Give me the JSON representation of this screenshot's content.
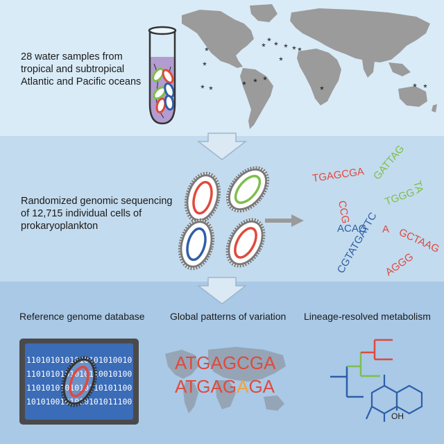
{
  "panel1": {
    "description_lines": [
      "28 water samples from",
      "tropical and subtropical",
      "Atlantic and Pacific oceans"
    ],
    "marker_glyph": "*"
  },
  "panel2": {
    "description_lines": [
      "Randomized genomic sequencing",
      "of 12,715 individual cells of",
      "prokaryoplankton"
    ],
    "dna_fragments": [
      {
        "text": "TGAGCGA",
        "color": "#e0493d"
      },
      {
        "text": "CCG",
        "color": "#e0493d"
      },
      {
        "text": "GATTAG",
        "color": "#7cbf4a"
      },
      {
        "text": "TA",
        "color": "#7cbf4a"
      },
      {
        "text": "TGGG",
        "color": "#7cbf4a"
      },
      {
        "text": "CGTATGATTC",
        "color": "#2e5ea8"
      },
      {
        "text": "ACAG",
        "color": "#2e5ea8"
      },
      {
        "text": "A",
        "color": "#e0493d"
      },
      {
        "text": "GCTAAG",
        "color": "#e0493d"
      },
      {
        "text": "AGGG",
        "color": "#e0493d"
      }
    ]
  },
  "panel3": {
    "headings": [
      "Reference genome database",
      "Global patterns of variation",
      "Lineage-resolved metabolism"
    ],
    "binary_rows": [
      "1101010101010101010010",
      "1101010101010110010100",
      "1101010101010110101100",
      "1010100101010101011100"
    ],
    "sequence_1": "ATGAGCGA",
    "sequence_2_prefix": "ATGAG",
    "sequence_2_variant": "A",
    "sequence_2_suffix": "GA",
    "molecule_label": "OH"
  },
  "colors": {
    "panel1_bg": "#d9ebf7",
    "panel2_bg": "#c3dbee",
    "panel3_bg": "#a9c9e6",
    "land": "#9b9b9b",
    "red": "#e0493d",
    "green": "#7cbf4a",
    "blue": "#2e5ea8",
    "variant_orange": "#f0a33a"
  }
}
